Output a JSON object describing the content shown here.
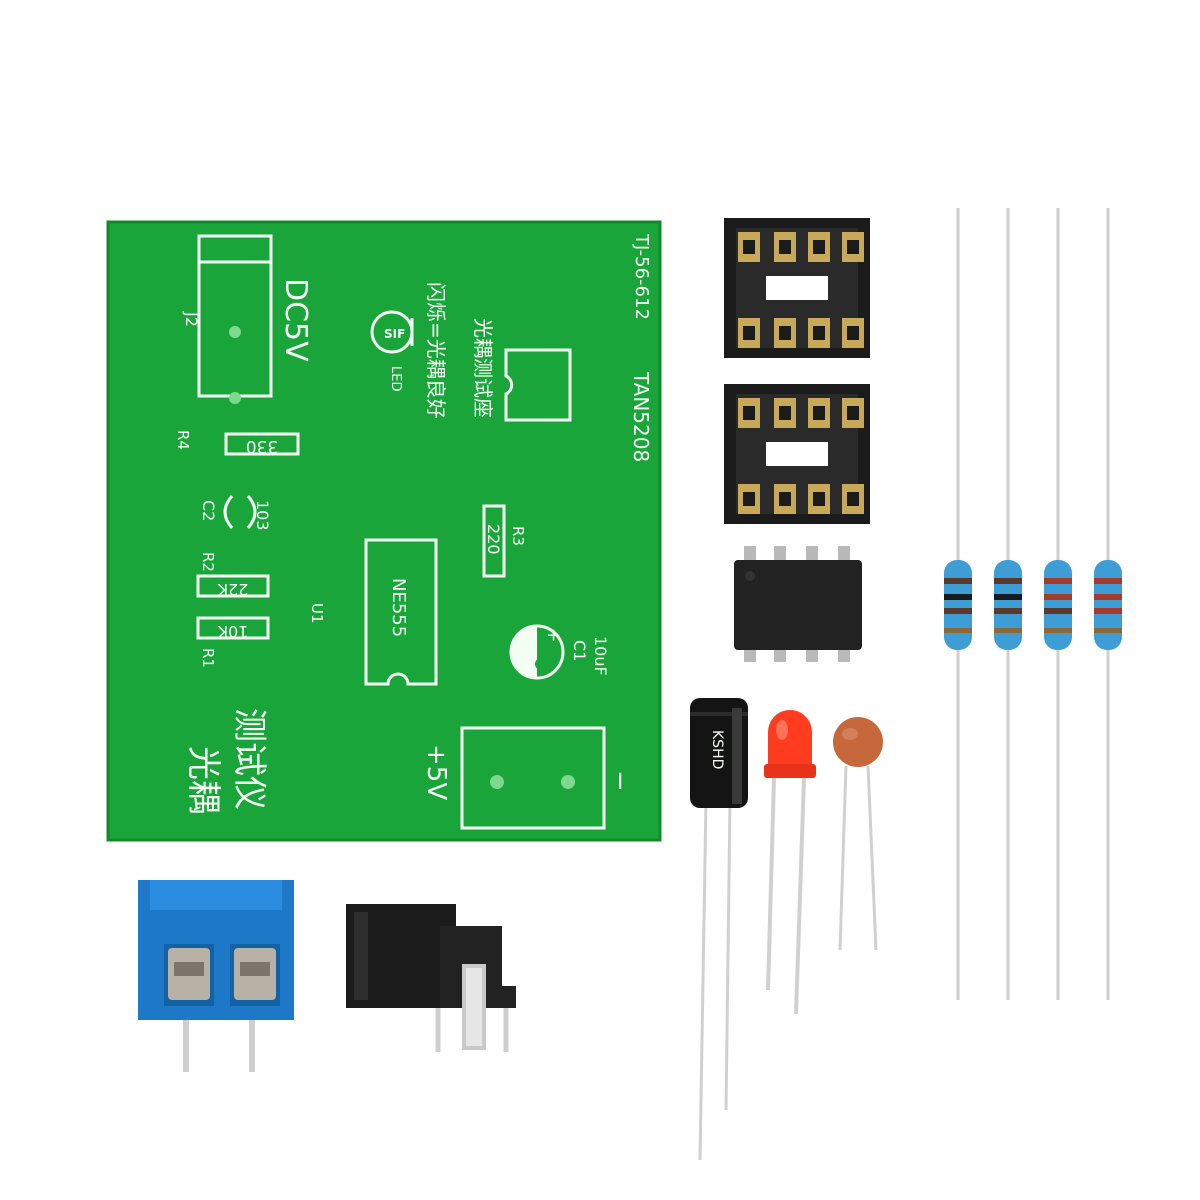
{
  "pcb": {
    "board_color": "#1aa53a",
    "labels": {
      "j2": "J2",
      "dc5v": "DC5V",
      "r4": "R4",
      "r4_value": "330",
      "c2": "C2",
      "c2_value": "103",
      "r2": "R2",
      "r2_value": "22K",
      "r1": "R1",
      "r1_value": "10K",
      "u1": "U1",
      "ne555": "NE555",
      "led": "LED",
      "flash_note": "闪烁=光耦良好",
      "socket_note": "光耦测试座",
      "r3": "R3",
      "r3_value": "220",
      "c1": "C1",
      "c1_value": "10uF",
      "plus_sign": "+",
      "plus5v": "+5V",
      "minus_sign": "−",
      "title_line1": "光耦",
      "title_line2": "测试仪",
      "model": "TAN5208",
      "code": "TJ-56-612"
    }
  },
  "components": {
    "capacitor_marking": "KSHD",
    "resistor_count": 4,
    "socket_count": 2
  }
}
